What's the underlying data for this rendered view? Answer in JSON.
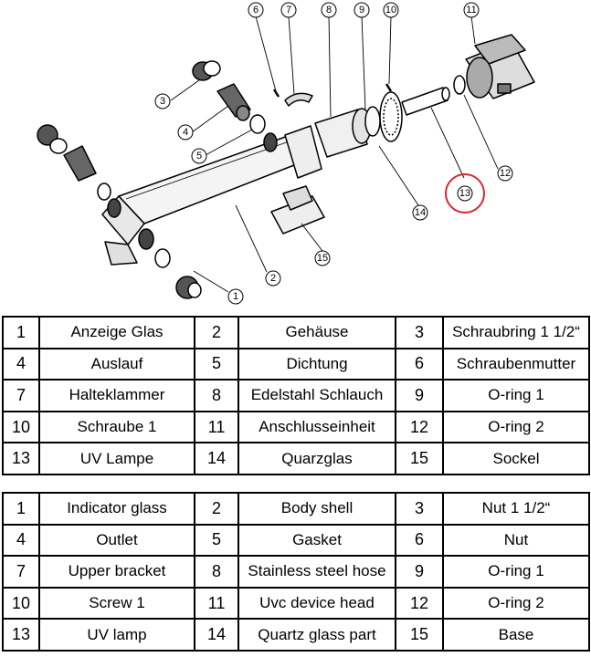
{
  "diagram": {
    "callouts": [
      "1",
      "2",
      "3",
      "4",
      "5",
      "6",
      "7",
      "8",
      "9",
      "10",
      "11",
      "12",
      "13",
      "14",
      "15"
    ],
    "highlight_color": "#d9272e"
  },
  "table_de": {
    "rows": [
      [
        {
          "n": "1",
          "label": "Anzeige Glas"
        },
        {
          "n": "2",
          "label": "Gehäuse"
        },
        {
          "n": "3",
          "label": "Schraubring 1 1/2“"
        }
      ],
      [
        {
          "n": "4",
          "label": "Auslauf"
        },
        {
          "n": "5",
          "label": "Dichtung"
        },
        {
          "n": "6",
          "label": "Schraubenmutter"
        }
      ],
      [
        {
          "n": "7",
          "label": "Halteklammer"
        },
        {
          "n": "8",
          "label": "Edelstahl Schlauch"
        },
        {
          "n": "9",
          "label": "O-ring 1"
        }
      ],
      [
        {
          "n": "10",
          "label": "Schraube 1"
        },
        {
          "n": "11",
          "label": "Anschlusseinheit"
        },
        {
          "n": "12",
          "label": "O-ring 2"
        }
      ],
      [
        {
          "n": "13",
          "label": "UV Lampe"
        },
        {
          "n": "14",
          "label": "Quarzglas"
        },
        {
          "n": "15",
          "label": "Sockel"
        }
      ]
    ]
  },
  "table_en": {
    "rows": [
      [
        {
          "n": "1",
          "label": "Indicator glass"
        },
        {
          "n": "2",
          "label": "Body shell"
        },
        {
          "n": "3",
          "label": "Nut 1 1/2“"
        }
      ],
      [
        {
          "n": "4",
          "label": "Outlet"
        },
        {
          "n": "5",
          "label": "Gasket"
        },
        {
          "n": "6",
          "label": "Nut"
        }
      ],
      [
        {
          "n": "7",
          "label": "Upper bracket"
        },
        {
          "n": "8",
          "label": "Stainless steel hose"
        },
        {
          "n": "9",
          "label": "O-ring 1"
        }
      ],
      [
        {
          "n": "10",
          "label": "Screw 1"
        },
        {
          "n": "11",
          "label": "Uvc device head"
        },
        {
          "n": "12",
          "label": "O-ring 2"
        }
      ],
      [
        {
          "n": "13",
          "label": "UV lamp"
        },
        {
          "n": "14",
          "label": "Quartz glass part"
        },
        {
          "n": "15",
          "label": "Base"
        }
      ]
    ]
  }
}
